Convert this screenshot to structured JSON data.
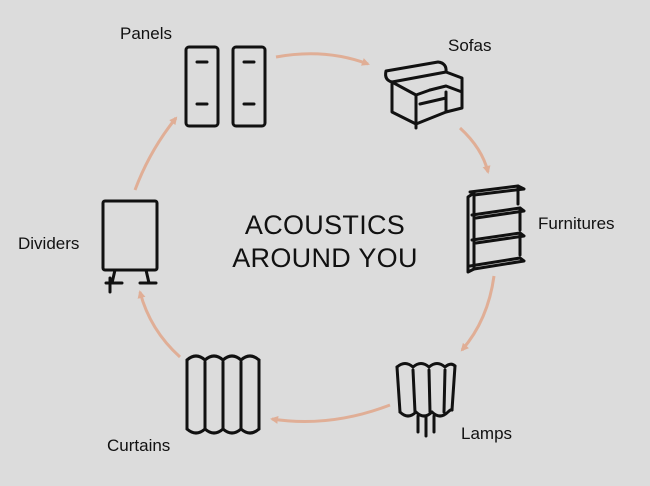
{
  "title": {
    "line1": "ACOUSTICS",
    "line2": "AROUND YOU"
  },
  "nodes": [
    {
      "id": "panels",
      "label": "Panels",
      "icon": "panels-icon"
    },
    {
      "id": "sofas",
      "label": "Sofas",
      "icon": "sofa-icon"
    },
    {
      "id": "furnitures",
      "label": "Furnitures",
      "icon": "shelf-icon"
    },
    {
      "id": "lamps",
      "label": "Lamps",
      "icon": "lamp-icon"
    },
    {
      "id": "curtains",
      "label": "Curtains",
      "icon": "curtain-icon"
    },
    {
      "id": "dividers",
      "label": "Dividers",
      "icon": "divider-icon"
    }
  ],
  "flow": "clockwise",
  "colors": {
    "background": "#dcdcdc",
    "arrow": "#e0ae96",
    "icon_stroke": "#111111"
  }
}
